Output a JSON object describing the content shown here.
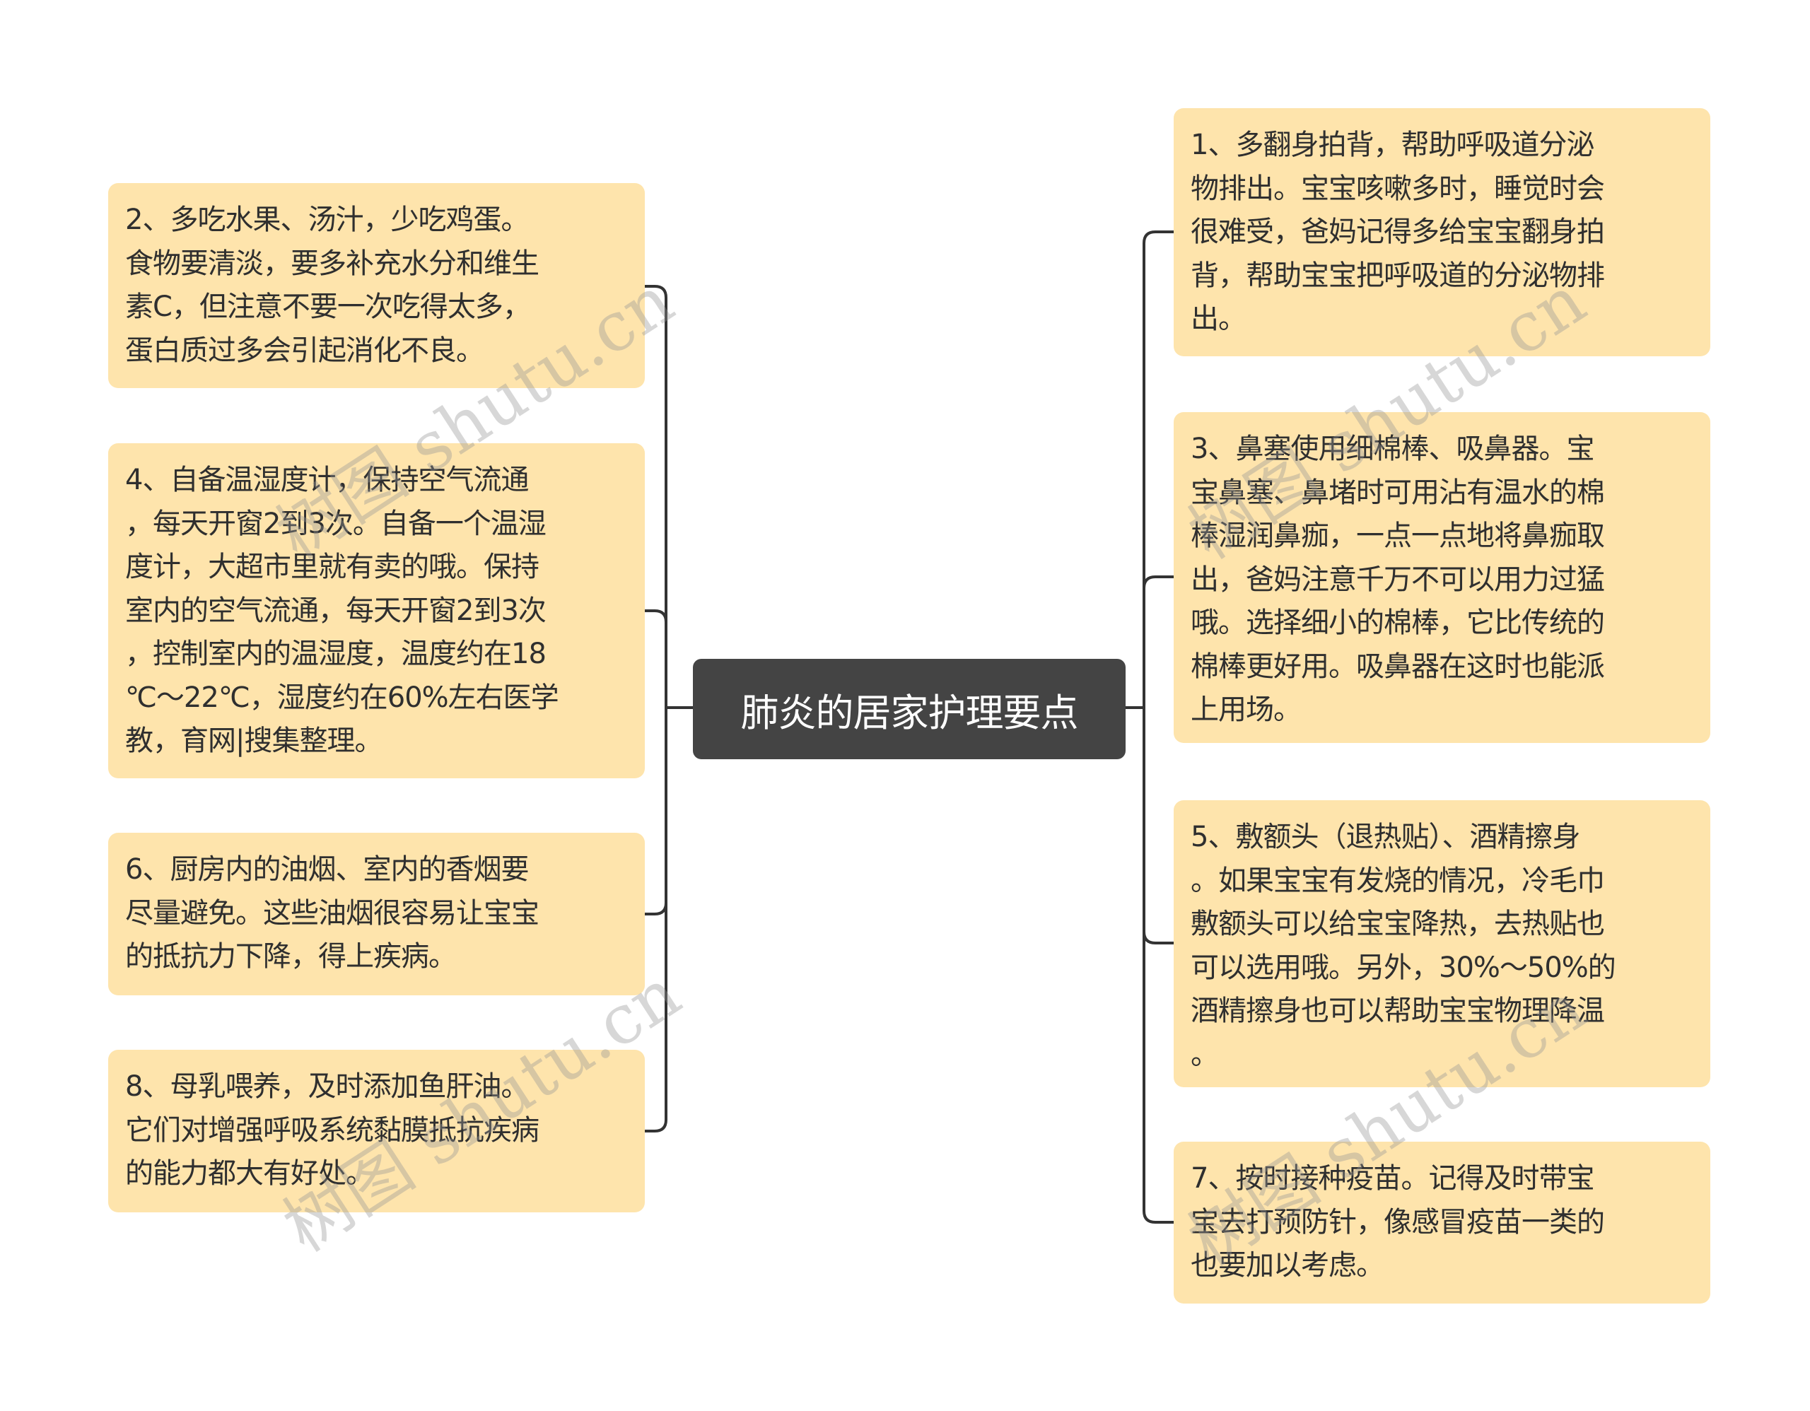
{
  "root": {
    "label": "肺炎的居家护理要点"
  },
  "colors": {
    "root_bg": "#444444",
    "node_bg": "#FEE4AC",
    "line": "#333333",
    "text": "#2f2f2f"
  },
  "left_nodes": [
    {
      "id": "2",
      "text": "2、多吃水果、汤汁，少吃鸡蛋。\n食物要清淡，要多补充水分和维生\n素C，但注意不要一次吃得太多，\n蛋白质过多会引起消化不良。"
    },
    {
      "id": "4",
      "text": "4、自备温湿度计，保持空气流通\n，每天开窗2到3次。自备一个温湿\n度计，大超市里就有卖的哦。保持\n室内的空气流通，每天开窗2到3次\n，控制室内的温湿度，温度约在18\n℃～22℃，湿度约在60%左右医学\n教，育网|搜集整理。"
    },
    {
      "id": "6",
      "text": "6、厨房内的油烟、室内的香烟要\n尽量避免。这些油烟很容易让宝宝\n的抵抗力下降，得上疾病。"
    },
    {
      "id": "8",
      "text": "8、母乳喂养，及时添加鱼肝油。\n它们对增强呼吸系统黏膜抵抗疾病\n的能力都大有好处。"
    }
  ],
  "right_nodes": [
    {
      "id": "1",
      "text": "1、多翻身拍背，帮助呼吸道分泌\n物排出。宝宝咳嗽多时，睡觉时会\n很难受，爸妈记得多给宝宝翻身拍\n背，帮助宝宝把呼吸道的分泌物排\n出。"
    },
    {
      "id": "3",
      "text": "3、鼻塞使用细棉棒、吸鼻器。宝\n宝鼻塞、鼻堵时可用沾有温水的棉\n棒湿润鼻痂，一点一点地将鼻痂取\n出，爸妈注意千万不可以用力过猛\n哦。选择细小的棉棒，它比传统的\n棉棒更好用。吸鼻器在这时也能派\n上用场。"
    },
    {
      "id": "5",
      "text": "5、敷额头（退热贴）、酒精擦身\n。如果宝宝有发烧的情况，冷毛巾\n敷额头可以给宝宝降热，去热贴也\n可以选用哦。另外，30%～50%的\n酒精擦身也可以帮助宝宝物理降温\n。"
    },
    {
      "id": "7",
      "text": "7、按时接种疫苗。记得及时带宝\n宝去打预防针，像感冒疫苗一类的\n也要加以考虑。"
    }
  ],
  "watermark": {
    "text": "树图 shutu.cn"
  }
}
